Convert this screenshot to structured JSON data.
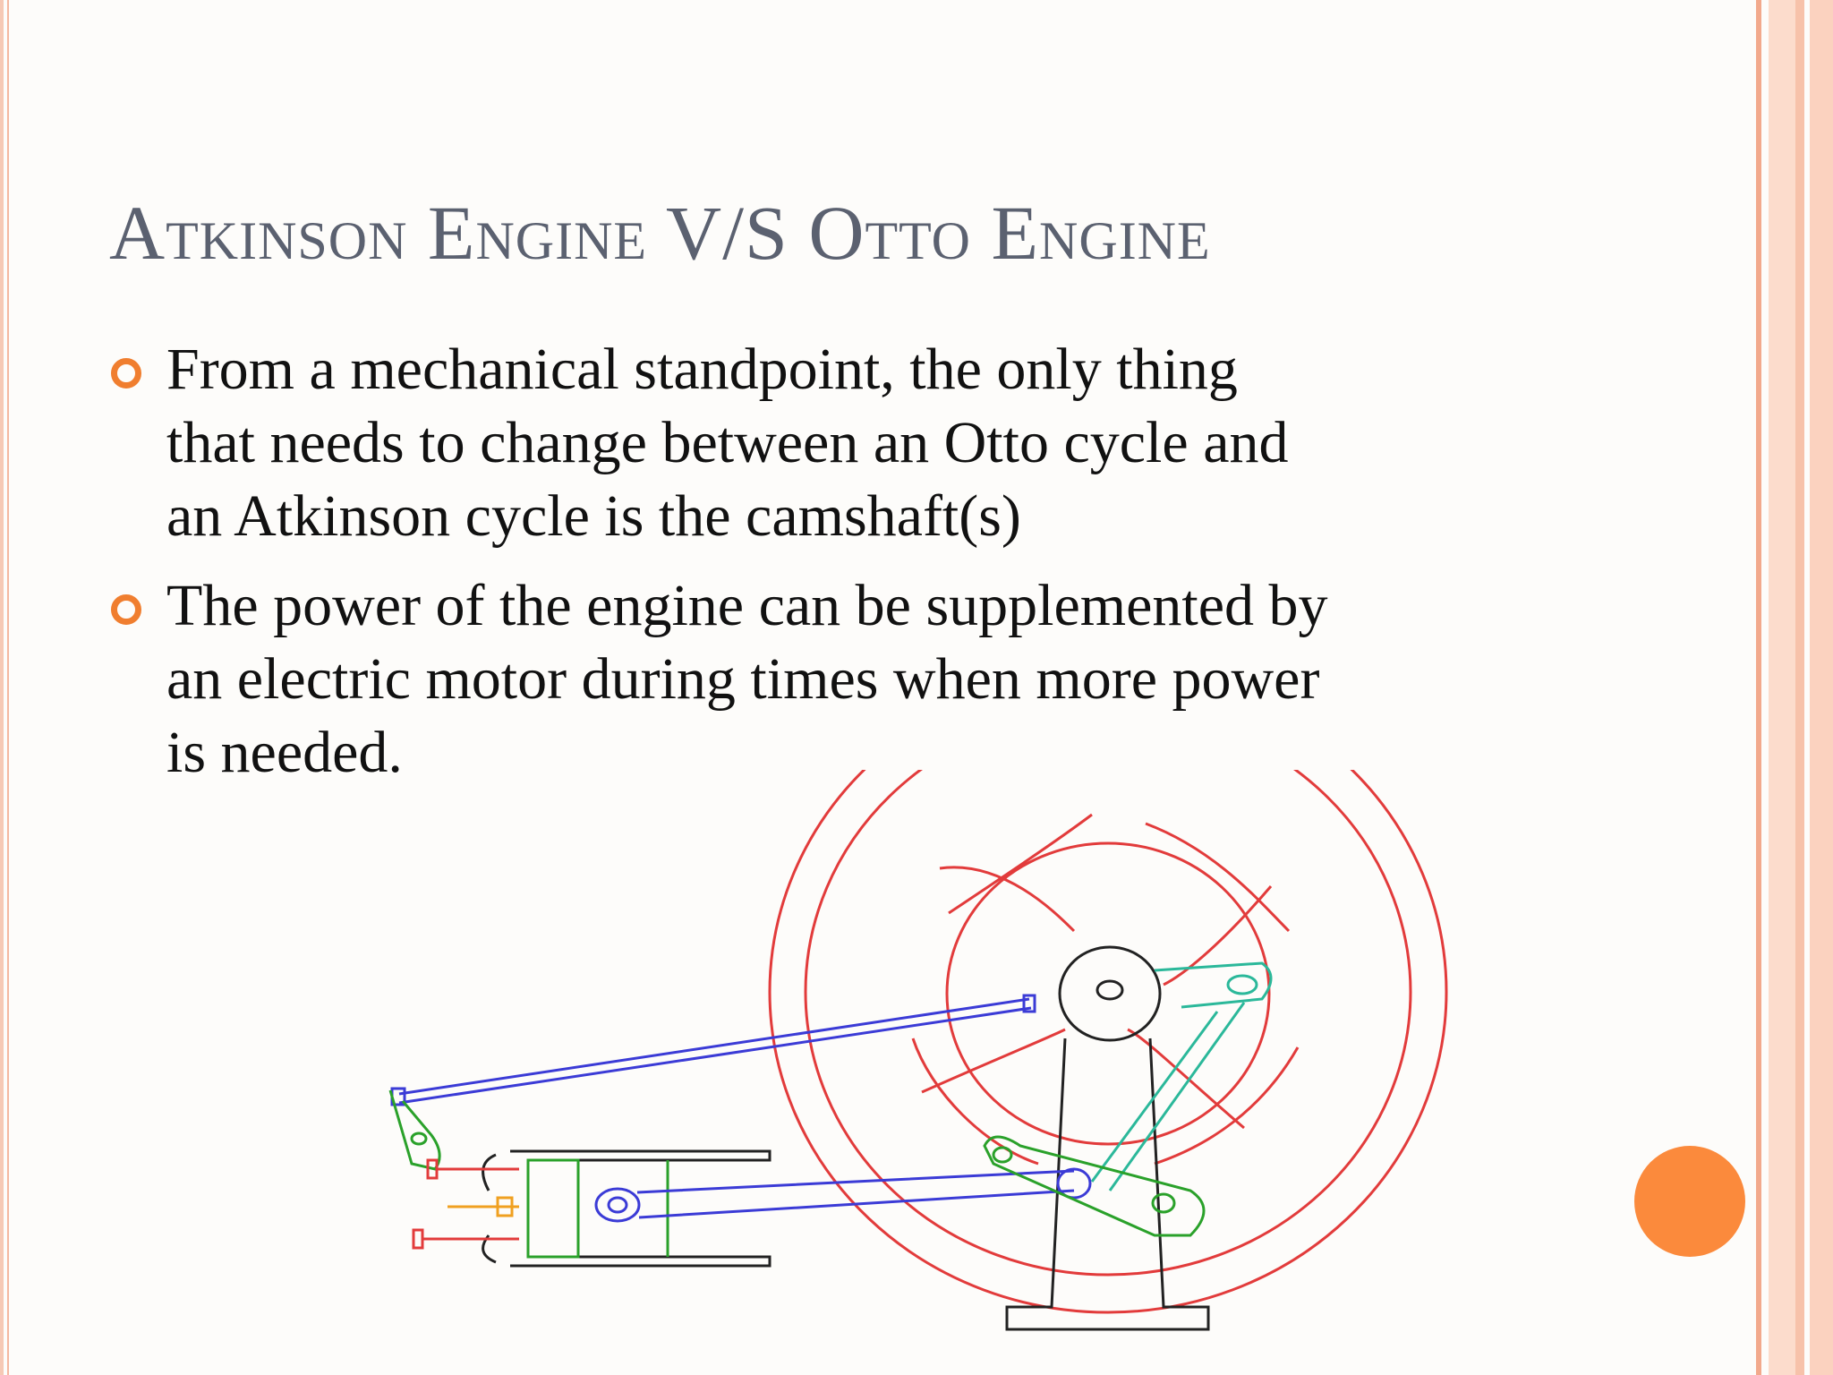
{
  "slide": {
    "title": "Atkinson Engine V/S Otto Engine",
    "bullets": [
      {
        "text": "From a mechanical standpoint, the only thing\nthat needs to change between an Otto cycle and\nan Atkinson cycle is the camshaft(s)"
      },
      {
        "text": "The power of the engine can be supplemented by\nan electric  motor during times when more power\nis needed."
      }
    ]
  },
  "colors": {
    "accent": "#f07e2f",
    "title": "#5b6170",
    "flywheel": "#e23b3b",
    "rod": "#3b3bd6",
    "linkage": "#2bb89a",
    "piston": "#2aa12a"
  },
  "diagram": {
    "icon": "atkinson-engine-mechanism-drawing"
  }
}
